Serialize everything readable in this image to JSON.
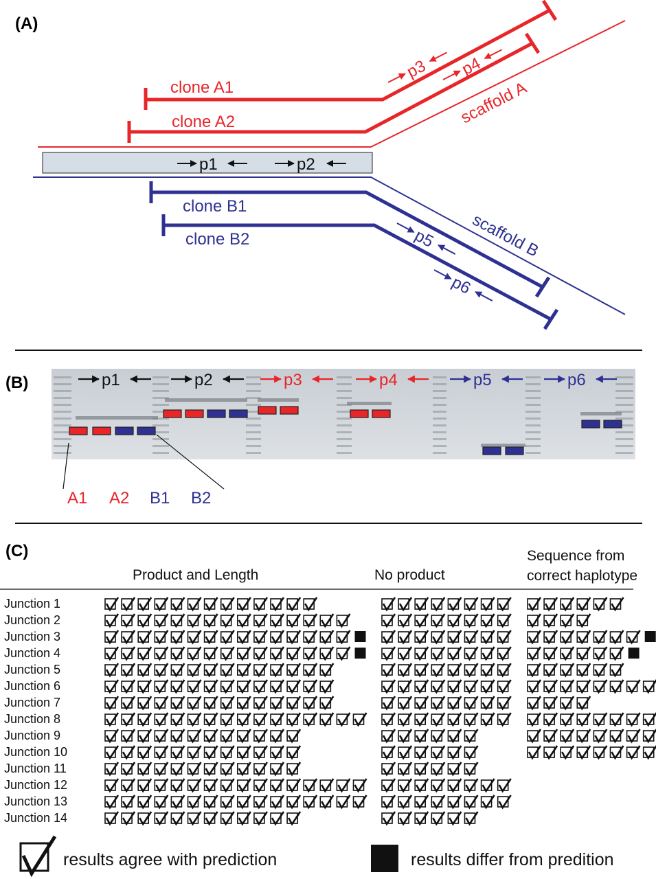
{
  "panels": {
    "a": "(A)",
    "b": "(B)",
    "c": "(C)"
  },
  "colors": {
    "red": "#e8262a",
    "blue": "#2e3192",
    "gel": "#cfd3d8",
    "box": "#d5dde6"
  },
  "panel_a": {
    "clone_a1": "clone A1",
    "clone_a2": "clone A2",
    "clone_b1": "clone B1",
    "clone_b2": "clone B2",
    "scaffold_a": "scaffold A",
    "scaffold_b": "scaffold B",
    "primers": [
      "p1",
      "p2",
      "p3",
      "p4",
      "p5",
      "p6"
    ]
  },
  "panel_b": {
    "primers": [
      "p1",
      "p2",
      "p3",
      "p4",
      "p5",
      "p6"
    ],
    "lanes": [
      "A1",
      "A2",
      "B1",
      "B2"
    ]
  },
  "panel_c": {
    "headers": {
      "product": "Product and Length",
      "noproduct": "No product",
      "sequence_line1": "Sequence from",
      "sequence_line2": "correct haplotype"
    },
    "rows": [
      {
        "label": "Junction 1",
        "product": [
          13,
          0
        ],
        "noproduct": [
          8,
          0
        ],
        "sequence": [
          6,
          0
        ]
      },
      {
        "label": "Junction 2",
        "product": [
          15,
          0
        ],
        "noproduct": [
          8,
          0
        ],
        "sequence": [
          4,
          0
        ]
      },
      {
        "label": "Junction 3",
        "product": [
          15,
          1
        ],
        "noproduct": [
          8,
          0
        ],
        "sequence": [
          7,
          1
        ]
      },
      {
        "label": "Junction 4",
        "product": [
          15,
          1
        ],
        "noproduct": [
          8,
          0
        ],
        "sequence": [
          6,
          1
        ]
      },
      {
        "label": "Junction 5",
        "product": [
          14,
          0
        ],
        "noproduct": [
          8,
          0
        ],
        "sequence": [
          6,
          0
        ]
      },
      {
        "label": "Junction 6",
        "product": [
          14,
          0
        ],
        "noproduct": [
          8,
          0
        ],
        "sequence": [
          8,
          0
        ]
      },
      {
        "label": "Junction 7",
        "product": [
          14,
          0
        ],
        "noproduct": [
          8,
          0
        ],
        "sequence": [
          4,
          0
        ]
      },
      {
        "label": "Junction 8",
        "product": [
          16,
          0
        ],
        "noproduct": [
          8,
          0
        ],
        "sequence": [
          8,
          0
        ]
      },
      {
        "label": "Junction 9",
        "product": [
          12,
          0
        ],
        "noproduct": [
          6,
          0
        ],
        "sequence": [
          8,
          0
        ]
      },
      {
        "label": "Junction 10",
        "product": [
          12,
          0
        ],
        "noproduct": [
          6,
          0
        ],
        "sequence": [
          8,
          0
        ]
      },
      {
        "label": "Junction 11",
        "product": [
          12,
          0
        ],
        "noproduct": [
          6,
          0
        ],
        "sequence": [
          0,
          0
        ]
      },
      {
        "label": "Junction 12",
        "product": [
          16,
          0
        ],
        "noproduct": [
          8,
          0
        ],
        "sequence": [
          0,
          0
        ]
      },
      {
        "label": "Junction 13",
        "product": [
          16,
          0
        ],
        "noproduct": [
          8,
          0
        ],
        "sequence": [
          0,
          0
        ]
      },
      {
        "label": "Junction 14",
        "product": [
          12,
          0
        ],
        "noproduct": [
          6,
          0
        ],
        "sequence": [
          0,
          0
        ]
      }
    ],
    "legend": {
      "agree": "results agree with prediction",
      "differ": "results differ from predition"
    }
  }
}
